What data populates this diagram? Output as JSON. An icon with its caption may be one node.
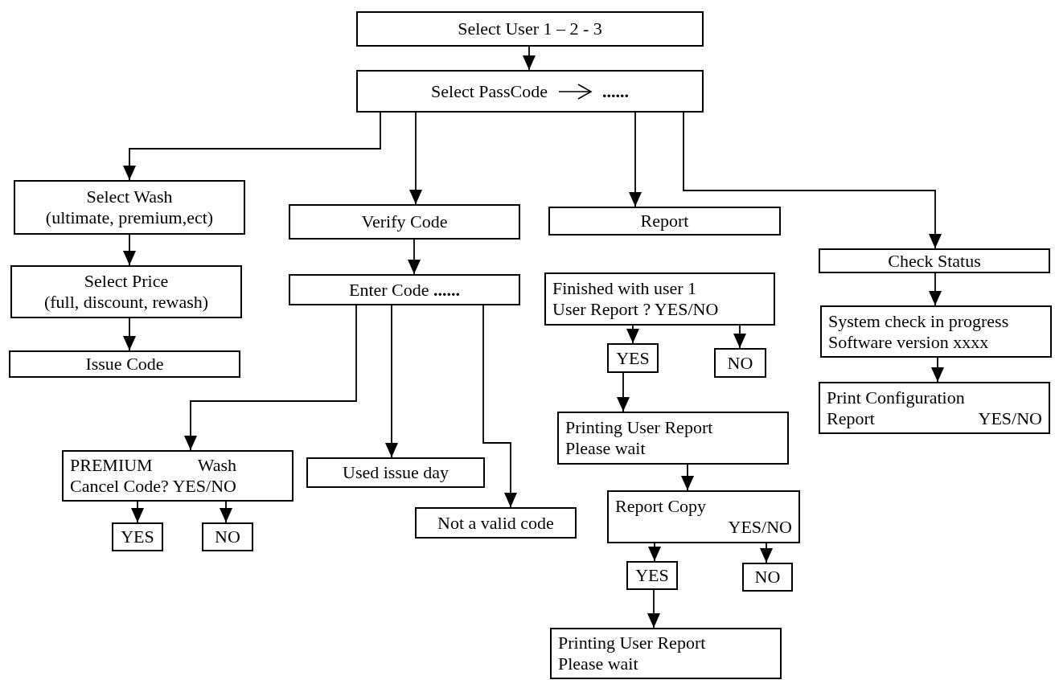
{
  "diagram": {
    "nodes": [
      {
        "text": [
          "Select User 1 – 2 - 3"
        ]
      },
      {
        "text": [
          "Select PassCode",
          "......"
        ]
      },
      {
        "text": [
          "Select Wash",
          "(ultimate, premium,ect)"
        ]
      },
      {
        "text": [
          "Verify Code"
        ]
      },
      {
        "text": [
          "Report"
        ]
      },
      {
        "text": [
          "Check Status"
        ]
      },
      {
        "text": [
          "Select Price",
          "(full, discount, rewash)"
        ]
      },
      {
        "text": [
          "Enter Code **......**"
        ]
      },
      {
        "text": [
          "Finished with user 1",
          "User Report ?  YES/NO"
        ]
      },
      {
        "text": [
          "System check in progress",
          "Software version xxxx"
        ]
      },
      {
        "text": [
          "Issue Code"
        ]
      },
      {
        "text": [
          "YES"
        ]
      },
      {
        "text": [
          "NO"
        ]
      },
      {
        "text": [
          "Print Configuration",
          "Report",
          "YES/NO"
        ]
      },
      {
        "text": [
          "Printing User Report",
          "Please wait"
        ]
      },
      {
        "text": [
          "PREMIUM",
          "Wash",
          "Cancel Code? YES/NO"
        ]
      },
      {
        "text": [
          "Used issue day"
        ]
      },
      {
        "text": [
          "Not a valid code"
        ]
      },
      {
        "text": [
          "Report Copy",
          "YES/NO"
        ]
      },
      {
        "text": [
          "YES"
        ]
      },
      {
        "text": [
          "NO"
        ]
      },
      {
        "text": [
          "YES"
        ]
      },
      {
        "text": [
          "NO"
        ]
      },
      {
        "text": [
          "Printing User Report",
          "Please wait"
        ]
      }
    ],
    "edges": [
      {
        "from": 0,
        "to": 1,
        "arrow": "to"
      },
      {
        "from": 1,
        "to": 2,
        "arrow": "to"
      },
      {
        "from": 1,
        "to": 3,
        "arrow": "to"
      },
      {
        "from": 1,
        "to": 4,
        "arrow": "to"
      },
      {
        "from": 1,
        "to": 5,
        "arrow": "to"
      },
      {
        "from": 2,
        "to": 6,
        "arrow": "to"
      },
      {
        "from": 6,
        "to": 10,
        "arrow": "to"
      },
      {
        "from": 3,
        "to": 7,
        "arrow": "to"
      },
      {
        "from": 5,
        "to": 9,
        "arrow": "to"
      },
      {
        "from": 9,
        "to": 13,
        "arrow": "to"
      },
      {
        "from": 8,
        "to": 11,
        "arrow": "to"
      },
      {
        "from": 8,
        "to": 12,
        "arrow": "to"
      },
      {
        "from": 11,
        "to": 14,
        "arrow": "to"
      },
      {
        "from": 7,
        "to": 15,
        "arrow": "to"
      },
      {
        "from": 7,
        "to": 16,
        "arrow": "to"
      },
      {
        "from": 7,
        "to": 17,
        "arrow": "to"
      },
      {
        "from": 14,
        "to": 18,
        "arrow": "to"
      },
      {
        "from": 15,
        "to": 19,
        "arrow": "to"
      },
      {
        "from": 15,
        "to": 20,
        "arrow": "to"
      },
      {
        "from": 18,
        "to": 21,
        "arrow": "to"
      },
      {
        "from": 18,
        "to": 22,
        "arrow": "to"
      },
      {
        "from": 21,
        "to": 23,
        "arrow": "to"
      }
    ]
  }
}
